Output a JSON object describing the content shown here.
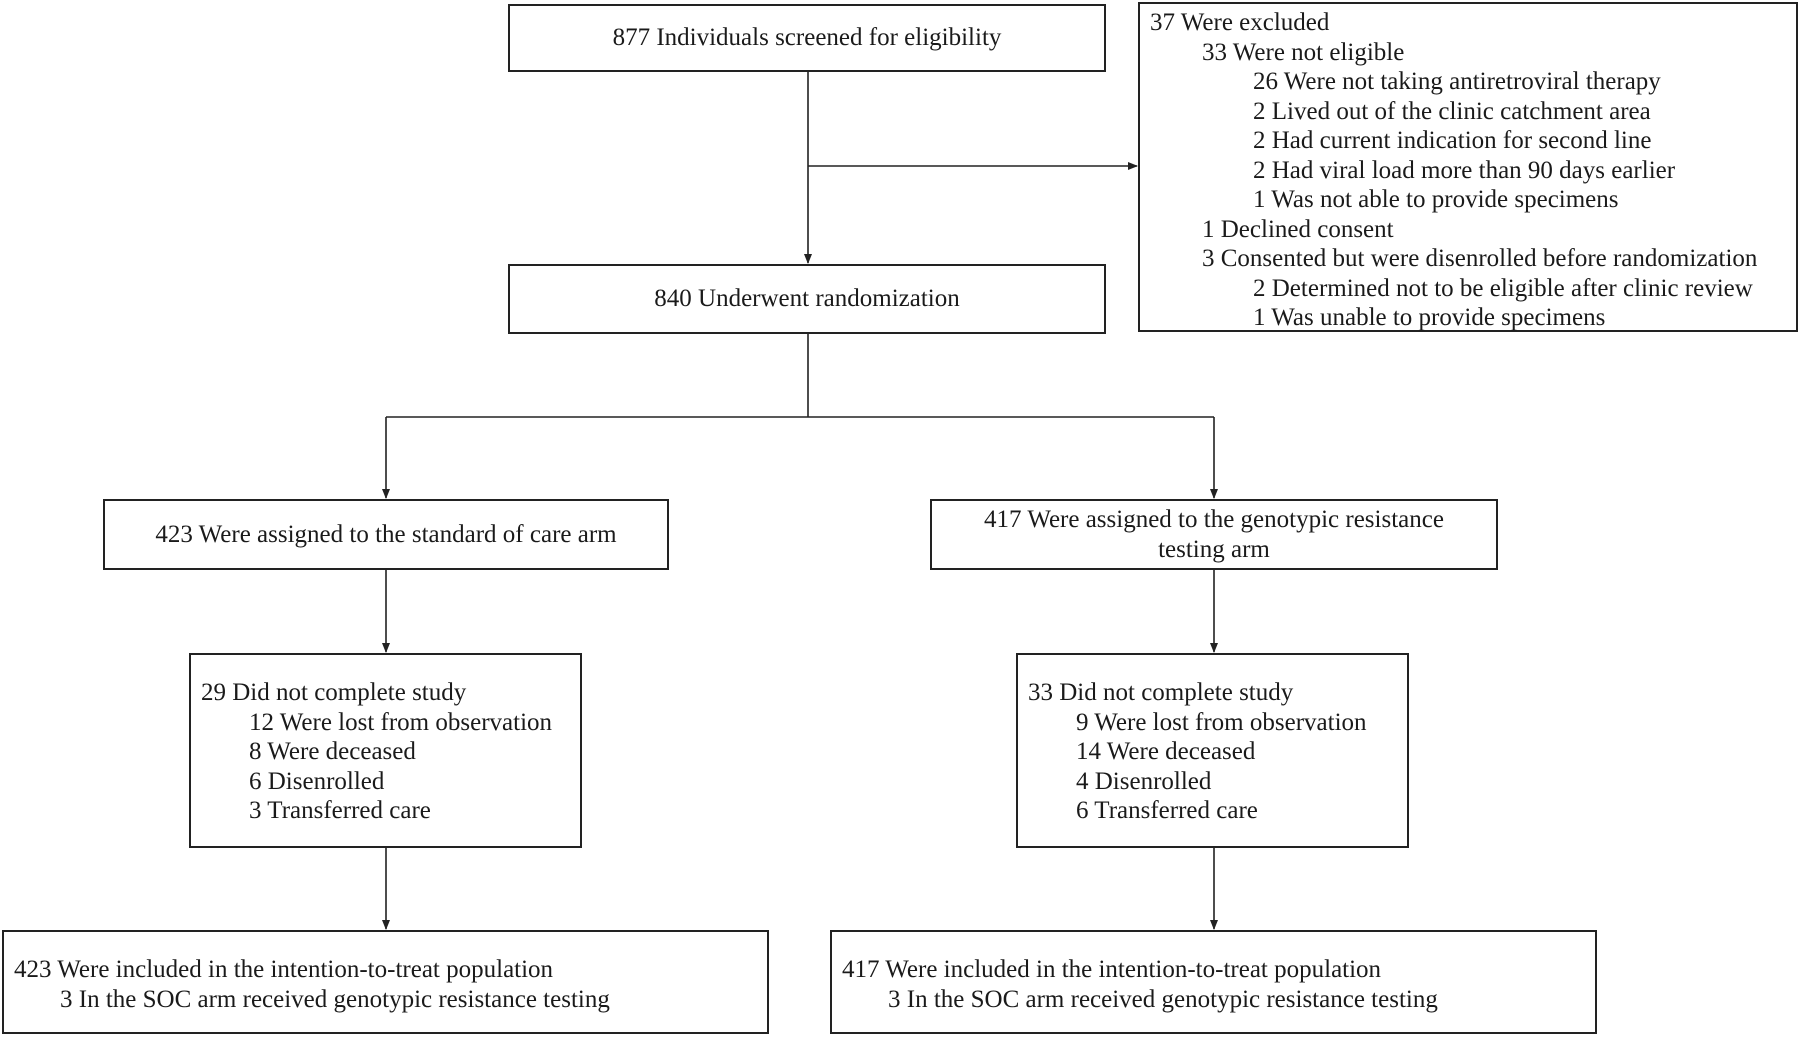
{
  "screened": {
    "text": "877 Individuals screened for eligibility"
  },
  "excluded": {
    "title": "37 Were excluded",
    "not_eligible": "33 Were not eligible",
    "not_eligible_reasons": [
      "26 Were not taking antiretroviral therapy",
      "2 Lived out of the clinic catchment area",
      "2 Had current indication for second line",
      "2 Had viral load more than 90 days earlier",
      "1 Was not able to provide specimens"
    ],
    "declined": "1 Declined consent",
    "disenrolled": "3 Consented but were disenrolled before randomization",
    "disenrolled_reasons": [
      "2 Determined not to be eligible after clinic review",
      "1 Was unable to provide specimens"
    ]
  },
  "randomized": {
    "text": "840 Underwent randomization"
  },
  "soc_arm": {
    "assigned": "423 Were assigned to the standard of care arm",
    "dropout_title": "29 Did not complete study",
    "dropout_reasons": [
      "12 Were lost from observation",
      "8 Were deceased",
      "6 Disenrolled",
      "3 Transferred care"
    ],
    "itt_title": "423 Were included in the intention-to-treat population",
    "itt_note": "3 In the SOC arm received genotypic resistance testing"
  },
  "grt_arm": {
    "assigned_line1": "417 Were assigned to the genotypic resistance",
    "assigned_line2": "testing arm",
    "dropout_title": "33 Did not complete study",
    "dropout_reasons": [
      "9 Were lost from observation",
      "14 Were deceased",
      "4 Disenrolled",
      "6 Transferred care"
    ],
    "itt_title": "417 Were included in the intention-to-treat population",
    "itt_note": "3 In the SOC arm received genotypic resistance testing"
  },
  "colors": {
    "line": "#222222",
    "text": "#1a1a1a",
    "background": "#ffffff"
  }
}
